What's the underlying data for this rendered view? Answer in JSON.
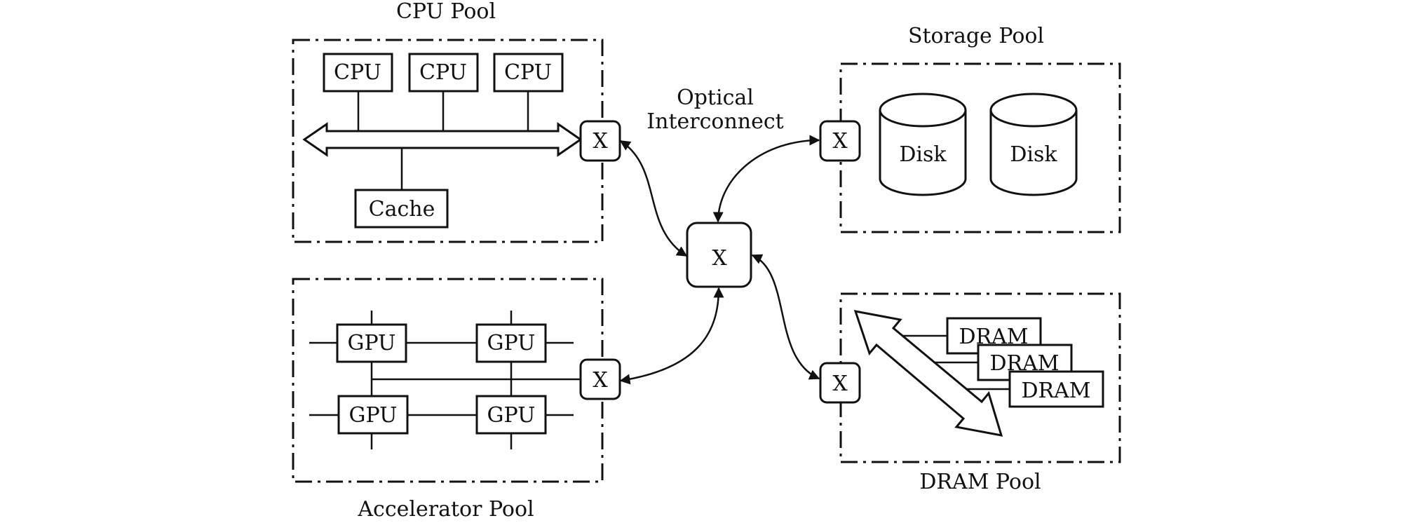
{
  "pools": {
    "cpu": "CPU Pool",
    "storage": "Storage Pool",
    "accelerator": "Accelerator Pool",
    "dram": "DRAM Pool"
  },
  "interconnect": {
    "label_line1": "Optical",
    "label_line2": "Interconnect",
    "switch_label": "X"
  },
  "cpu_pool": {
    "cpus": [
      "CPU",
      "CPU",
      "CPU"
    ],
    "cache": "Cache"
  },
  "accelerator_pool": {
    "gpus": [
      "GPU",
      "GPU",
      "GPU",
      "GPU"
    ]
  },
  "storage_pool": {
    "disks": [
      "Disk",
      "Disk"
    ]
  },
  "dram_pool": {
    "modules": [
      "DRAM",
      "DRAM",
      "DRAM"
    ]
  }
}
